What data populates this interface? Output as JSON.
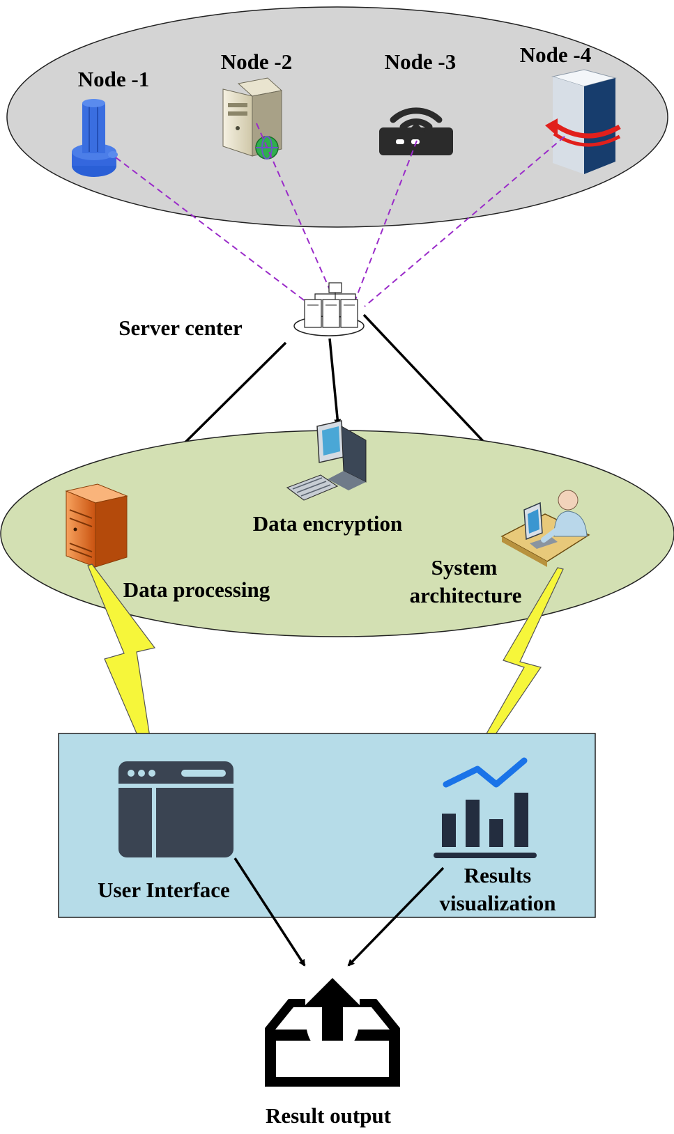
{
  "nodes": [
    {
      "label": "Node -1",
      "icon": "blue-database-tower-icon"
    },
    {
      "label": "Node -2",
      "icon": "web-server-globe-icon"
    },
    {
      "label": "Node -3",
      "icon": "wifi-router-icon"
    },
    {
      "label": "Node -4",
      "icon": "rotating-cube-server-icon"
    }
  ],
  "server_center": {
    "label": "Server center",
    "icon": "server-cluster-icon"
  },
  "middle": {
    "data_encryption": {
      "label": "Data encryption",
      "icon": "desktop-computer-icon"
    },
    "data_processing": {
      "label": "Data processing",
      "icon": "orange-server-tower-icon"
    },
    "system_architecture": {
      "line1": "System",
      "line2": "architecture",
      "icon": "person-at-desk-icon"
    }
  },
  "bottom": {
    "user_interface": {
      "label": "User Interface",
      "icon": "browser-window-icon"
    },
    "results_visualization": {
      "line1": "Results",
      "line2": "visualization",
      "icon": "chart-trend-icon"
    }
  },
  "output": {
    "label": "Result output",
    "icon": "inbox-upload-icon"
  },
  "colors": {
    "top_ellipse": "#d4d4d4",
    "middle_ellipse": "#d3e0b3",
    "bottom_box": "#b6dce8",
    "dashed_link": "#9a2bc9",
    "lightning": "#f6f63a",
    "icon_dark": "#3a4452",
    "chart_blue": "#1a73e8"
  }
}
